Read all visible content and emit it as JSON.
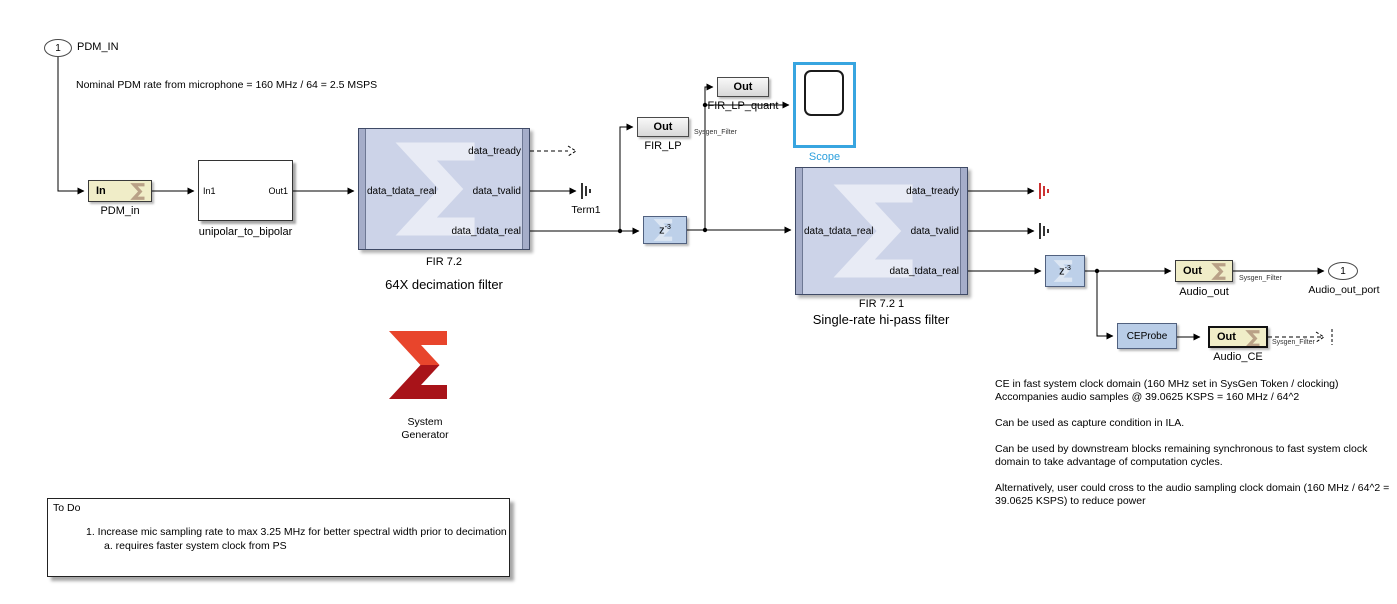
{
  "colors": {
    "fir_fill": "#ccd3e8",
    "delay_fill": "#bdd0e9",
    "gateway_fill": "#f0edc8",
    "scope_selection": "#38a5e0",
    "scope_label": "#2b9fdd",
    "terminator_red": "#c00000",
    "logo_orange": "#e8452c",
    "logo_red": "#a81319"
  },
  "inport": {
    "number": "1",
    "label": "PDM_IN"
  },
  "outport": {
    "number": "1",
    "label": "Audio_out_port"
  },
  "annotations": {
    "pdm_rate": "Nominal PDM rate from microphone = 160 MHz / 64 = 2.5 MSPS",
    "todo_title": "To Do",
    "todo_item1": "1.  Increase mic sampling rate to max 3.25 MHz for better spectral width prior to decimation",
    "todo_item1a": "a.  requires faster system clock from PS",
    "ce_note_lines": [
      "CE in fast system clock domain (160 MHz set in SysGen Token / clocking)",
      "Accompanies audio samples @ 39.0625 KSPS = 160 MHz / 64^2",
      "",
      "Can be used as capture condition in ILA.",
      "",
      "Can be used by downstream blocks remaining synchronous to fast system clock",
      "domain to take advantage of computation cycles.",
      "",
      "Alternatively, user could cross to the audio sampling clock domain (160 MHz / 64^2 =",
      "39.0625 KSPS) to reduce power"
    ]
  },
  "blocks": {
    "pdm_in_gateway": {
      "text": "In",
      "label": "PDM_in"
    },
    "unipolar": {
      "port_in": "In1",
      "port_out": "Out1",
      "label": "unipolar_to_bipolar"
    },
    "fir1": {
      "port_in": "data_tdata_real",
      "port_out1": "data_tready",
      "port_out2": "data_tvalid",
      "port_out3": "data_tdata_real",
      "label": "FIR 7.2",
      "caption": "64X decimation filter"
    },
    "term1": {
      "label": "Term1"
    },
    "fir_lp": {
      "text": "Out",
      "label": "FIR_LP",
      "tag": "Sysgen_Filter"
    },
    "fir_lp_quant": {
      "text": "Out",
      "label": "FIR_LP_quant"
    },
    "scope": {
      "label": "Scope"
    },
    "delay1": {
      "base": "z",
      "exp": "-3"
    },
    "fir2": {
      "port_in": "data_tdata_real",
      "port_out1": "data_tready",
      "port_out2": "data_tvalid",
      "port_out3": "data_tdata_real",
      "label": "FIR 7.2 1",
      "caption": "Single-rate hi-pass filter"
    },
    "delay2": {
      "base": "z",
      "exp": "-3"
    },
    "audio_out_gateway": {
      "text": "Out",
      "label": "Audio_out",
      "tag": "Sysgen_Filter"
    },
    "ceprobe": {
      "text": "CEProbe"
    },
    "audio_ce_gateway": {
      "text": "Out",
      "label": "Audio_CE",
      "tag": "Sysgen_Filter"
    },
    "sysgen": {
      "line1": "System",
      "line2": "Generator"
    }
  }
}
